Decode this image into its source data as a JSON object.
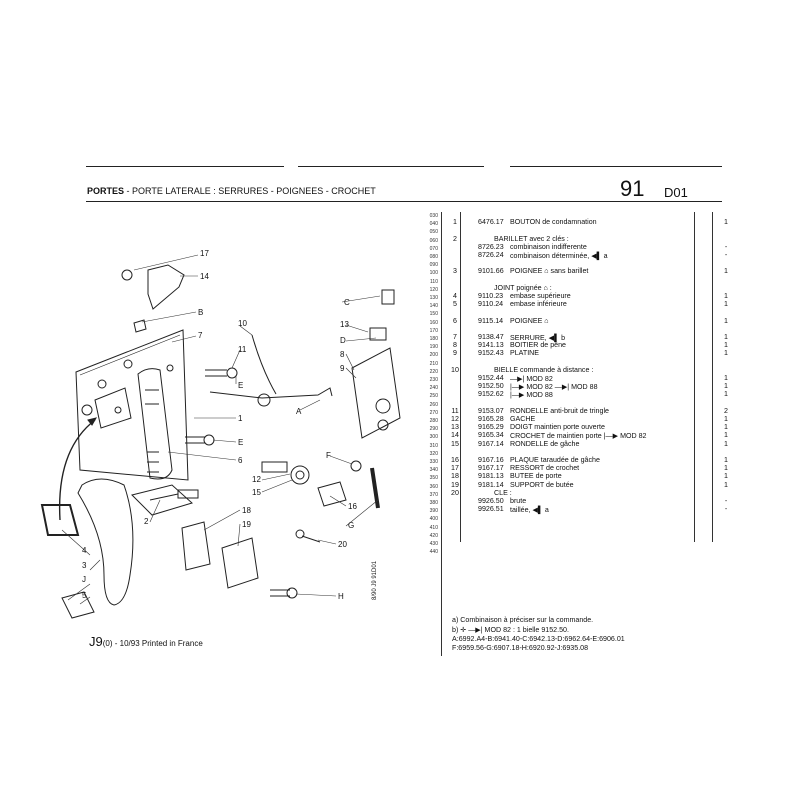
{
  "header": {
    "title_bold": "PORTES",
    "title_rest": " - PORTE LATERALE : SERRURES - POIGNEES - CROCHET",
    "page_number": "91",
    "page_code": "D01"
  },
  "line_numbers": [
    "030",
    "040",
    "050",
    "060",
    "070",
    "080",
    "090",
    "100",
    "110",
    "120",
    "130",
    "140",
    "150",
    "160",
    "170",
    "180",
    "190",
    "200",
    "210",
    "220",
    "230",
    "240",
    "250",
    "260",
    "270",
    "280",
    "290",
    "300",
    "310",
    "320",
    "330",
    "340",
    "350",
    "360",
    "370",
    "380",
    "390",
    "400",
    "410",
    "420",
    "430",
    "440"
  ],
  "parts": [
    {
      "item": "1",
      "ref": "6476.17",
      "desc": "BOUTON de condamnation",
      "qty": "1"
    },
    {
      "item": "2",
      "ref": "",
      "desc": "BARILLET avec 2 clés :",
      "qty": ""
    },
    {
      "item": "",
      "ref": "8726.23",
      "desc": "combinaison indifferente",
      "qty": "-"
    },
    {
      "item": "",
      "ref": "8726.24",
      "desc": "combinaison déterminée, ◀▌ a",
      "qty": "-"
    },
    {
      "item": "3",
      "ref": "9101.66",
      "desc": "POIGNEE ⌂ sans barillet",
      "qty": "1"
    },
    {
      "item": "",
      "ref": "",
      "desc": "JOINT poignée ⌂ :",
      "qty": ""
    },
    {
      "item": "4",
      "ref": "9110.23",
      "desc": "embase supérieure",
      "qty": "1"
    },
    {
      "item": "5",
      "ref": "9110.24",
      "desc": "embase inférieure",
      "qty": "1"
    },
    {
      "item": "6",
      "ref": "9115.14",
      "desc": "POIGNEE ⌂",
      "qty": "1"
    },
    {
      "item": "7",
      "ref": "9138.47",
      "desc": "SERRURE, ◀▌ b",
      "qty": "1"
    },
    {
      "item": "8",
      "ref": "9141.13",
      "desc": "BOITIER de pêne",
      "qty": "1"
    },
    {
      "item": "9",
      "ref": "9152.43",
      "desc": "PLATINE",
      "qty": "1"
    },
    {
      "item": "10",
      "ref": "",
      "desc": "BIELLE commande à distance :",
      "qty": ""
    },
    {
      "item": "",
      "ref": "9152.44",
      "desc": "—▶| MOD 82",
      "qty": "1"
    },
    {
      "item": "",
      "ref": "9152.50",
      "desc": "|—▶ MOD 82 —▶| MOD 88",
      "qty": "1"
    },
    {
      "item": "",
      "ref": "9152.62",
      "desc": "|—▶ MOD 88",
      "qty": "1"
    },
    {
      "item": "11",
      "ref": "9153.07",
      "desc": "RONDELLE anti-bruit de tringle",
      "qty": "2"
    },
    {
      "item": "12",
      "ref": "9165.28",
      "desc": "GACHE",
      "qty": "1"
    },
    {
      "item": "13",
      "ref": "9165.29",
      "desc": "DOIGT maintien porte ouverte",
      "qty": "1"
    },
    {
      "item": "14",
      "ref": "9165.34",
      "desc": "CROCHET de maintien porte |—▶ MOD 82",
      "qty": "1"
    },
    {
      "item": "15",
      "ref": "9167.14",
      "desc": "RONDELLE de gâche",
      "qty": "1"
    },
    {
      "item": "16",
      "ref": "9167.16",
      "desc": "PLAQUE taraudée de gâche",
      "qty": "1"
    },
    {
      "item": "17",
      "ref": "9167.17",
      "desc": "RESSORT de crochet",
      "qty": "1"
    },
    {
      "item": "18",
      "ref": "9181.13",
      "desc": "BUTEE de porte",
      "qty": "1"
    },
    {
      "item": "19",
      "ref": "9181.14",
      "desc": "SUPPORT de butée",
      "qty": "1"
    },
    {
      "item": "20",
      "ref": "",
      "desc": "CLE :",
      "qty": ""
    },
    {
      "item": "",
      "ref": "9926.50",
      "desc": "brute",
      "qty": "-"
    },
    {
      "item": "",
      "ref": "9926.51",
      "desc": "taillée, ◀▌ a",
      "qty": "-"
    }
  ],
  "notes": [
    "a) Combinaison à préciser sur la commande.",
    "b) ✛ —▶| MOD 82 : 1 bielle 9152.50.",
    "A:6992.A4-B:6941.40-C:6942.13-D:6962.64-E:6906.01",
    "F:6959.56-G:6907.18-H:6920.92-J:6935.08"
  ],
  "footer": {
    "code": "J9",
    "sub": "(0) - 10/93 Printed in France",
    "side_text": "8/90  J9  91D01"
  },
  "callouts": [
    "17",
    "14",
    "B",
    "7",
    "10",
    "11",
    "C",
    "13",
    "D",
    "8",
    "9",
    "A",
    "1",
    "E",
    "E",
    "6",
    "F",
    "12",
    "15",
    "16",
    "G",
    "2",
    "18",
    "19",
    "20",
    "4",
    "3",
    "J",
    "5",
    "H"
  ]
}
